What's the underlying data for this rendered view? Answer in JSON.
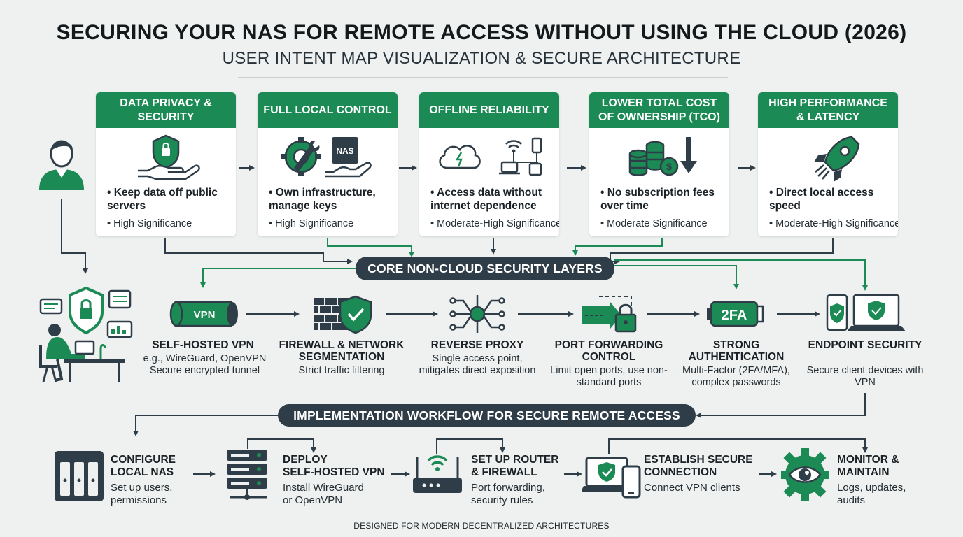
{
  "header": {
    "title": "SECURING YOUR NAS FOR REMOTE ACCESS WITHOUT USING THE CLOUD (2026)",
    "subtitle": "USER INTENT MAP VISUALIZATION & SECURE ARCHITECTURE"
  },
  "intents": [
    {
      "title": "DATA PRIVACY & SECURITY",
      "icon": "shield-hand-icon",
      "bullet": "• Keep data off public servers",
      "significance": "• High Significance"
    },
    {
      "title": "FULL LOCAL CONTROL",
      "icon": "gear-wrench-nas-icon",
      "bullet": "• Own infrastructure, manage keys",
      "significance": "• High Significance",
      "icon_text": "NAS"
    },
    {
      "title": "OFFLINE RELIABILITY",
      "icon": "cloud-offline-network-icon",
      "bullet": "• Access data without internet dependence",
      "significance": "• Moderate-High Significance"
    },
    {
      "title": "LOWER TOTAL COST OF OWNERSHIP (TCO)",
      "icon": "coins-down-arrow-icon",
      "bullet": "• No subscription fees over time",
      "significance": "• Moderate Significance"
    },
    {
      "title": "HIGH PERFORMANCE & LATENCY",
      "icon": "rocket-icon",
      "bullet": "• Direct local access speed",
      "significance": "• Moderate-High Significance"
    }
  ],
  "layers_label": "CORE NON-CLOUD SECURITY LAYERS",
  "layers": [
    {
      "title": "SELF-HOSTED VPN",
      "desc": "e.g., WireGuard, OpenVPN Secure encrypted tunnel",
      "icon": "vpn-tunnel-icon",
      "icon_text": "VPN"
    },
    {
      "title": "FIREWALL & NETWORK SEGMENTATION",
      "desc": "Strict traffic filtering",
      "icon": "firewall-shield-icon"
    },
    {
      "title": "REVERSE PROXY",
      "desc": "Single access point, mitigates direct exposition",
      "icon": "reverse-proxy-icon"
    },
    {
      "title": "PORT FORWARDING CONTROL",
      "desc": "Limit open ports, use non-standard ports",
      "icon": "port-lock-icon"
    },
    {
      "title": "STRONG AUTHENTICATION",
      "desc": "Multi-Factor (2FA/MFA), complex passwords",
      "icon": "2fa-token-icon",
      "icon_text": "2FA"
    },
    {
      "title": "ENDPOINT SECURITY",
      "desc": "Secure client devices with VPN",
      "icon": "endpoint-devices-icon"
    }
  ],
  "workflow_label": "IMPLEMENTATION WORKFLOW FOR SECURE REMOTE ACCESS",
  "workflow": [
    {
      "title": "CONFIGURE LOCAL NAS",
      "desc": "Set up users, permissions",
      "icon": "nas-device-icon"
    },
    {
      "title": "DEPLOY SELF-HOSTED VPN",
      "desc": "Install WireGuard or OpenVPN",
      "icon": "server-rack-icon"
    },
    {
      "title": "SET UP ROUTER & FIREWALL",
      "desc": "Port forwarding, security rules",
      "icon": "router-wifi-icon"
    },
    {
      "title": "ESTABLISH SECURE CONNECTION",
      "desc": "Connect VPN clients",
      "icon": "laptop-phone-shield-icon"
    },
    {
      "title": "MONITOR & MAINTAIN",
      "desc": "Logs, updates, audits",
      "icon": "gear-eye-icon"
    }
  ],
  "footer": "DESIGNED FOR MODERN DECENTRALIZED ARCHITECTURES",
  "colors": {
    "green": "#1c8a54",
    "dark": "#2f3d48",
    "background": "#eef1ef"
  }
}
